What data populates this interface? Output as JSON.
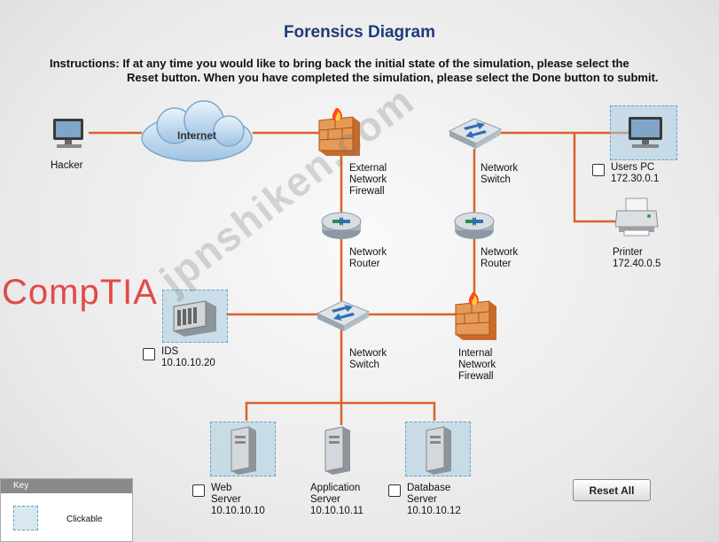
{
  "title": "Forensics Diagram",
  "instructions": {
    "line1": "Instructions: If at any time you would like to bring back the initial state of the simulation, please select the",
    "line2": "Reset button. When you have completed the simulation, please select the Done button to submit."
  },
  "nodes": {
    "hacker": {
      "label": "Hacker",
      "icon": "computer-monitor-icon"
    },
    "internet": {
      "label": "Internet",
      "icon": "cloud-icon"
    },
    "external_firewall": {
      "label": "External\nNetwork\nFirewall",
      "icon": "firewall-icon"
    },
    "router_left": {
      "label": "Network\nRouter",
      "icon": "router-icon"
    },
    "switch_top": {
      "label": "Network\nSwitch",
      "icon": "switch-icon"
    },
    "router_right": {
      "label": "Network\nRouter",
      "icon": "router-icon"
    },
    "users_pc": {
      "name": "Users PC",
      "ip": "172.30.0.1",
      "icon": "computer-monitor-icon"
    },
    "printer": {
      "name": "Printer",
      "ip": "172.40.0.5",
      "icon": "printer-icon"
    },
    "ids": {
      "name": "IDS",
      "ip": "10.10.10.20",
      "icon": "ids-appliance-icon"
    },
    "switch_center": {
      "label": "Network\nSwitch",
      "icon": "switch-icon"
    },
    "internal_firewall": {
      "label": "Internal\nNetwork\nFirewall",
      "icon": "firewall-icon"
    },
    "web_server": {
      "name": "Web\nServer",
      "ip": "10.10.10.10",
      "icon": "server-tower-icon"
    },
    "app_server": {
      "name": "Application\nServer",
      "ip": "10.10.10.11",
      "icon": "server-tower-icon"
    },
    "db_server": {
      "name": "Database\nServer",
      "ip": "10.10.10.12",
      "icon": "server-tower-icon"
    }
  },
  "key": {
    "heading": "Key",
    "clickable_label": "Clickable"
  },
  "reset_label": "Reset All",
  "overlays": {
    "brand": "CompTIA",
    "watermark": "jpnshiken.com"
  },
  "colors": {
    "link": "#d9622b",
    "title": "#1f3c78",
    "clickable_zone": "#aacde1",
    "brand": "#e24a4a"
  }
}
